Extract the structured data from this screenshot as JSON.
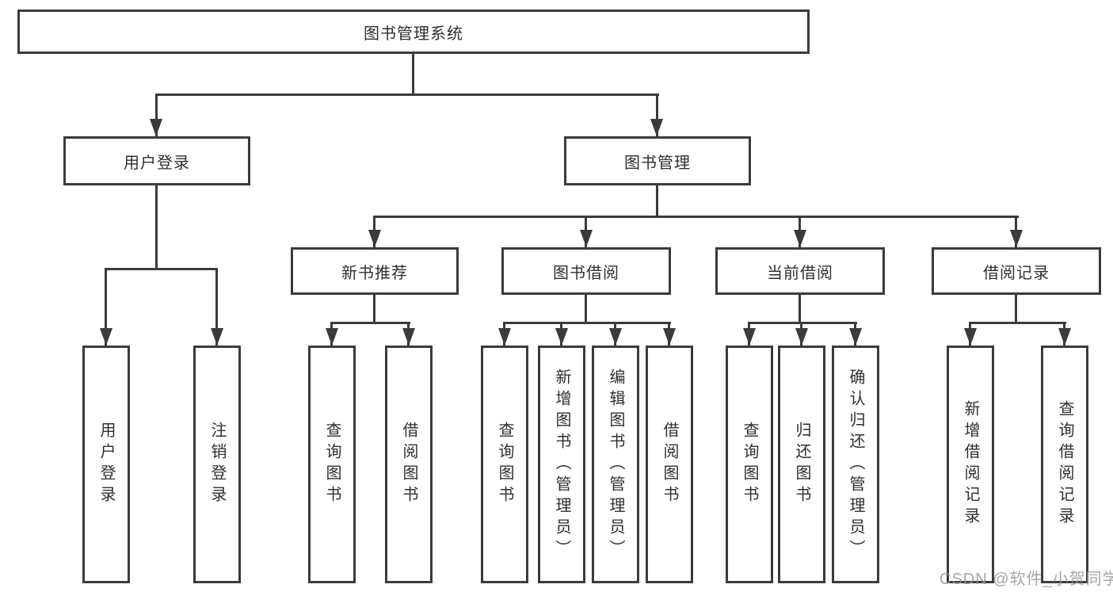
{
  "root": {
    "label": "图书管理系统"
  },
  "level2": {
    "user_login": {
      "label": "用户登录"
    },
    "book_management": {
      "label": "图书管理"
    }
  },
  "level3": {
    "new_book_recommend": {
      "label": "新书推荐"
    },
    "book_borrow": {
      "label": "图书借阅"
    },
    "current_borrow": {
      "label": "当前借阅"
    },
    "borrow_records": {
      "label": "借阅记录"
    }
  },
  "leaves": {
    "user_login_1": {
      "label": "用户登录"
    },
    "user_login_2": {
      "label": "注销登录"
    },
    "new_book_1": {
      "label": "查询图书"
    },
    "new_book_2": {
      "label": "借阅图书"
    },
    "borrow_1": {
      "label": "查询图书"
    },
    "borrow_2": {
      "label": "新增图书（管理员）"
    },
    "borrow_3": {
      "label": "编辑图书（管理员）"
    },
    "borrow_4": {
      "label": "借阅图书"
    },
    "current_1": {
      "label": "查询图书"
    },
    "current_2": {
      "label": "归还图书"
    },
    "current_3": {
      "label": "确认归还（管理员）"
    },
    "records_1": {
      "label": "新增借阅记录"
    },
    "records_2": {
      "label": "查询借阅记录"
    }
  },
  "watermark": {
    "text": "CSDN @软件_小贺同学"
  },
  "colors": {
    "line": "#3b3b3e",
    "text": "#2f2f31",
    "watermark": "#94949c",
    "background": "#ffffff"
  }
}
